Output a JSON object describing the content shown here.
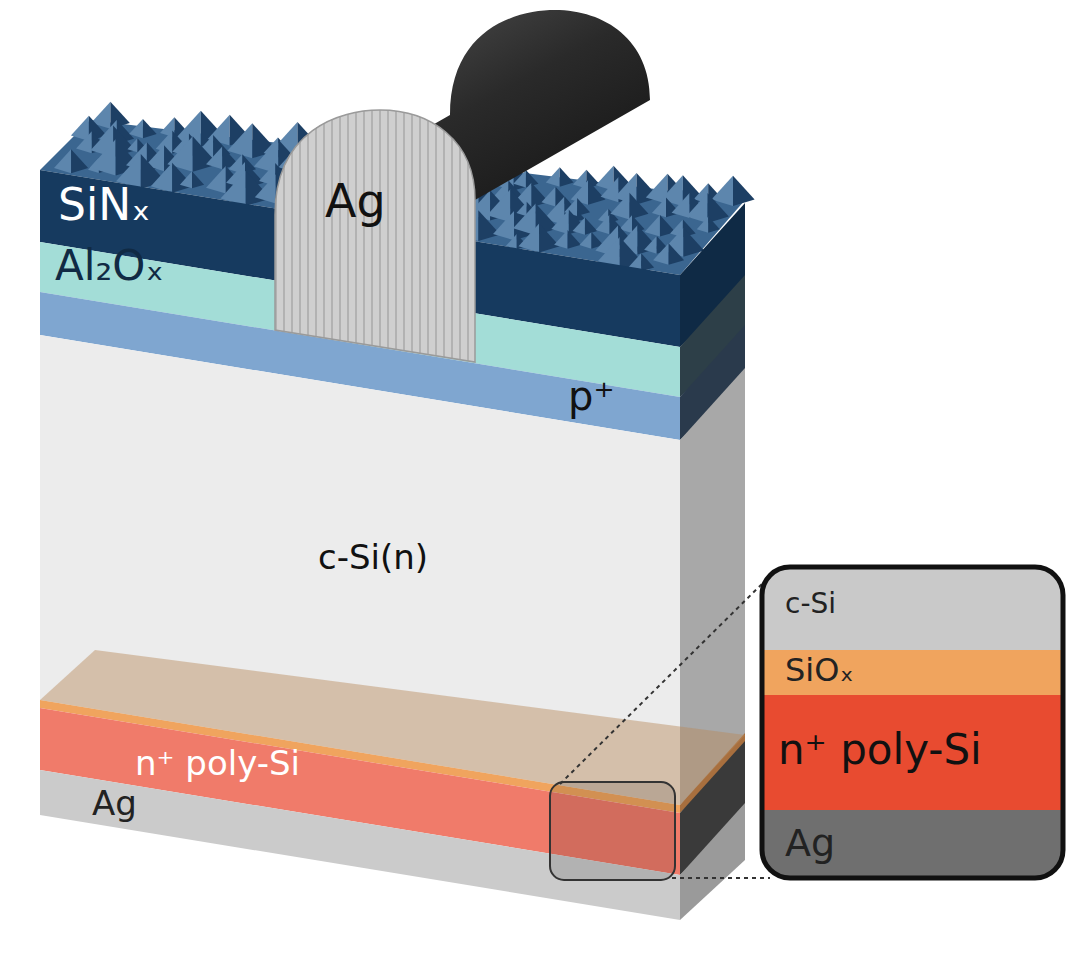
{
  "diagram": {
    "labels": [
      "SiNₓ",
      "Al₂Oₓ",
      "Ag",
      "p⁺",
      "c-Si(n)",
      "n⁺ poly-Si",
      "Ag",
      "c-Si",
      "SiOₓ",
      "n⁺ poly-Si",
      "Ag"
    ]
  }
}
